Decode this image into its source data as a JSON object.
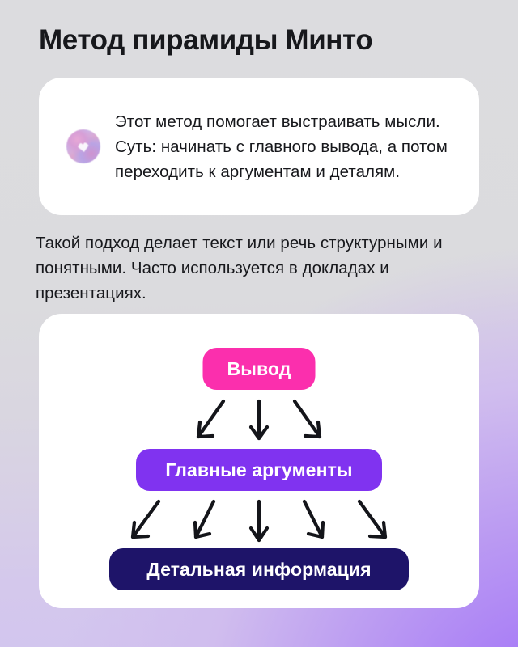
{
  "page": {
    "title": "Метод пирамиды Минто",
    "background_top_color": "#dcdcdf",
    "background_bottom_color": "#a378f5"
  },
  "info_card": {
    "icon": "crystal-ball-icon",
    "text": "Этот метод помогает выстраивать мысли. Суть: начинать с главного вывода, а потом переходить к аргументам и деталям."
  },
  "body_paragraph": "Такой подход делает текст или речь структурными и понятными. Часто используется в докладах и презентациях.",
  "pyramid": {
    "levels": [
      {
        "label": "Вывод",
        "color": "#fb2fad",
        "level": 1
      },
      {
        "label": "Главные аргументы",
        "color": "#8033f0",
        "level": 2
      },
      {
        "label": "Детальная информация",
        "color": "#1e1469",
        "level": 3
      }
    ],
    "arrows_top_row": 3,
    "arrows_bottom_row": 5,
    "arrow_color": "#14151a"
  }
}
